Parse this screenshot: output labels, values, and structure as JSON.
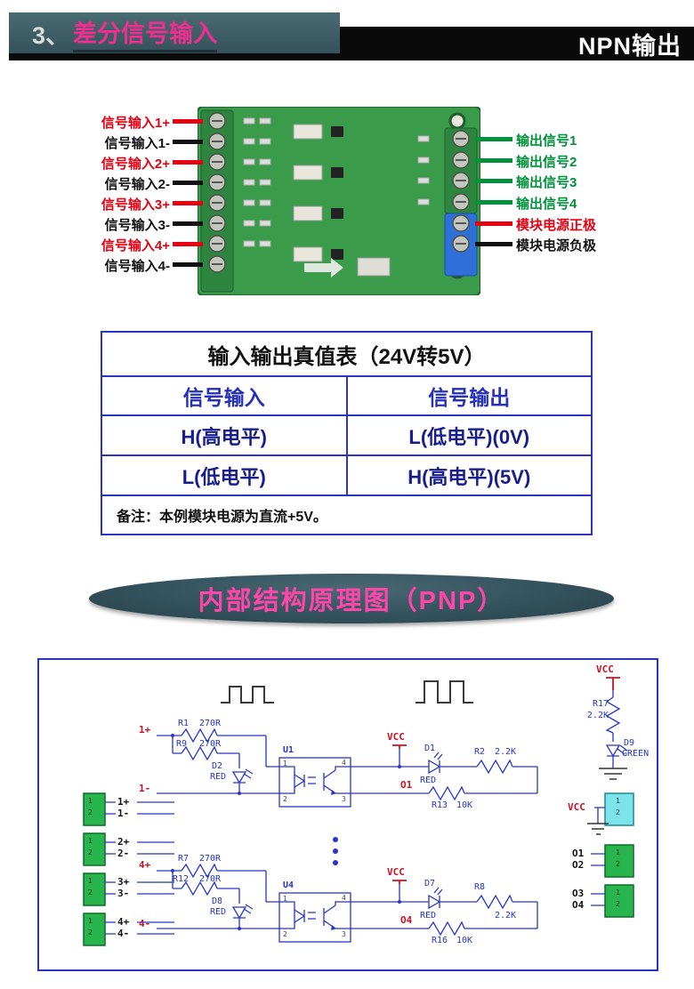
{
  "header": {
    "number": "3、",
    "title": "差分信号输入",
    "badge": "NPN输出"
  },
  "pcb": {
    "left_labels": [
      {
        "text": "信号输入1+",
        "color": "#e60012"
      },
      {
        "text": "信号输入1-",
        "color": "#111111"
      },
      {
        "text": "信号输入2+",
        "color": "#e60012"
      },
      {
        "text": "信号输入2-",
        "color": "#111111"
      },
      {
        "text": "信号输入3+",
        "color": "#e60012"
      },
      {
        "text": "信号输入3-",
        "color": "#111111"
      },
      {
        "text": "信号输入4+",
        "color": "#e60012"
      },
      {
        "text": "信号输入4-",
        "color": "#111111"
      }
    ],
    "right_labels": [
      {
        "text": "输出信号1",
        "color": "#00913a"
      },
      {
        "text": "输出信号2",
        "color": "#00913a"
      },
      {
        "text": "输出信号3",
        "color": "#00913a"
      },
      {
        "text": "输出信号4",
        "color": "#00913a"
      },
      {
        "text": "模块电源正极",
        "color": "#e60012"
      },
      {
        "text": "模块电源负极",
        "color": "#111111"
      }
    ]
  },
  "truth_table": {
    "title": "输入输出真值表（24V转5V）",
    "headers": [
      "信号输入",
      "信号输出"
    ],
    "rows": [
      [
        "H(高电平)",
        "L(低电平)(0V)"
      ],
      [
        "L(低电平)",
        "H(高电平)(5V)"
      ]
    ],
    "note": "备注：本例模块电源为直流+5V。"
  },
  "banner": {
    "title": "内部结构原理图（PNP）"
  },
  "schematic": {
    "pins": [
      "1",
      "2"
    ],
    "opto_pins": [
      "1",
      "2",
      "4",
      "3"
    ],
    "power_rail": {
      "vcc": "VCC",
      "r_ref": "R17",
      "r_val": "2.2K",
      "led_ref": "D9",
      "led_color": "GREEN"
    },
    "ch1": {
      "in_pos": "1+",
      "in_neg": "1-",
      "r1_ref": "R1",
      "r1_val": "270R",
      "r2_ref": "R9",
      "r2_val": "270R",
      "din_ref": "D2",
      "din_color": "RED",
      "opto_ref": "U1",
      "vcc": "VCC",
      "dout_ref": "D1",
      "dout_color": "RED",
      "rout_ref": "R2",
      "rout_val": "2.2K",
      "net_out": "O1",
      "rpull_ref": "R13",
      "rpull_val": "10K"
    },
    "ch4": {
      "in_pos": "4+",
      "in_neg": "4-",
      "r1_ref": "R7",
      "r1_val": "270R",
      "r2_ref": "R12",
      "r2_val": "270R",
      "din_ref": "D8",
      "din_color": "RED",
      "opto_ref": "U4",
      "vcc": "VCC",
      "dout_ref": "D7",
      "dout_color": "RED",
      "rout_ref": "R8",
      "rout_val": "2.2K",
      "net_out": "O4",
      "rpull_ref": "R16",
      "rpull_val": "10K"
    },
    "left_ports": [
      "1+",
      "1-",
      "2+",
      "2-",
      "3+",
      "3-",
      "4+",
      "4-"
    ],
    "vcc_port": "VCC",
    "out_ports": [
      "O1",
      "O2",
      "O3",
      "O4"
    ]
  },
  "colors": {
    "header_accent": "#ee2f8f",
    "header_bg": "#3d5a64",
    "badge_bg": "#0a0a0a",
    "table_border": "#2b35c0",
    "board_green": "#3a9b4a",
    "wire_red": "#e60012",
    "wire_black": "#111111",
    "wire_green": "#00913a",
    "circuit_blue": "#2736c8",
    "net_label_red": "#cc1122"
  }
}
